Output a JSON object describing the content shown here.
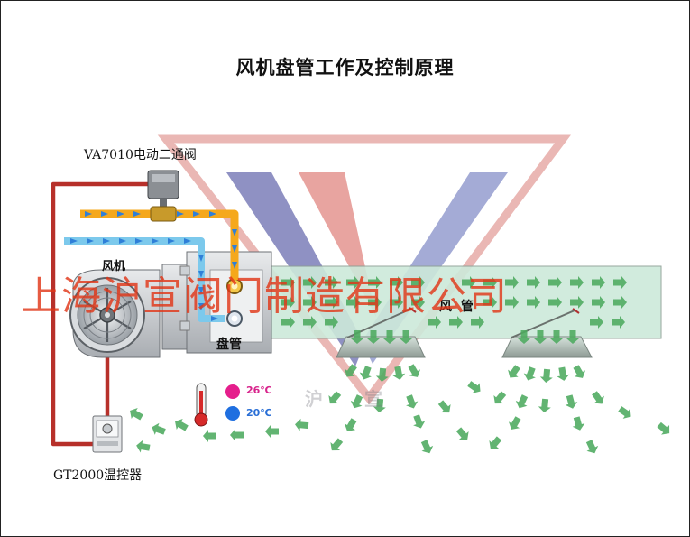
{
  "title": "风机盘管工作及控制原理",
  "labels": {
    "valve": "VA7010电动二通阀",
    "fan": "风机",
    "coil": "盘管",
    "duct": "风管",
    "thermostat": "GT2000温控器",
    "temp_hot": "26℃",
    "temp_cold": "20℃"
  },
  "watermark": "上海沪宣阀门制造有限公司",
  "logo_chars": "沪宣",
  "colors": {
    "hot_water": "#f5a81c",
    "cold_water": "#7cc9ec",
    "flow_arrow": "#2f7fd8",
    "control_wire": "#b7302a",
    "duct_fill": "#cde9da",
    "air_arrow": "#4caa5e",
    "temp_hot": "#d8248c",
    "temp_cold": "#2a6fd6"
  }
}
